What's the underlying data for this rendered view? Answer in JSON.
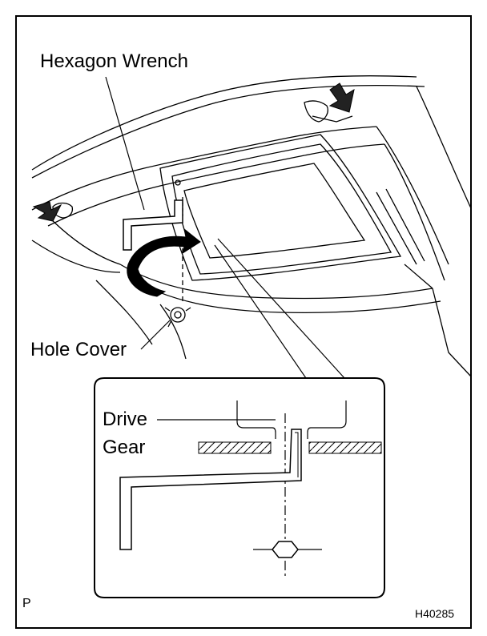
{
  "labels": {
    "hexagon_wrench": "Hexagon Wrench",
    "hole_cover": "Hole Cover",
    "drive": "Drive",
    "gear": "Gear",
    "corner_mark": "P",
    "figure_code": "H40285"
  },
  "colors": {
    "ink": "#000000",
    "paper": "#ffffff"
  },
  "icons": [
    "push-arrow-icon",
    "rotation-arrow-icon",
    "hex-nut-icon"
  ]
}
